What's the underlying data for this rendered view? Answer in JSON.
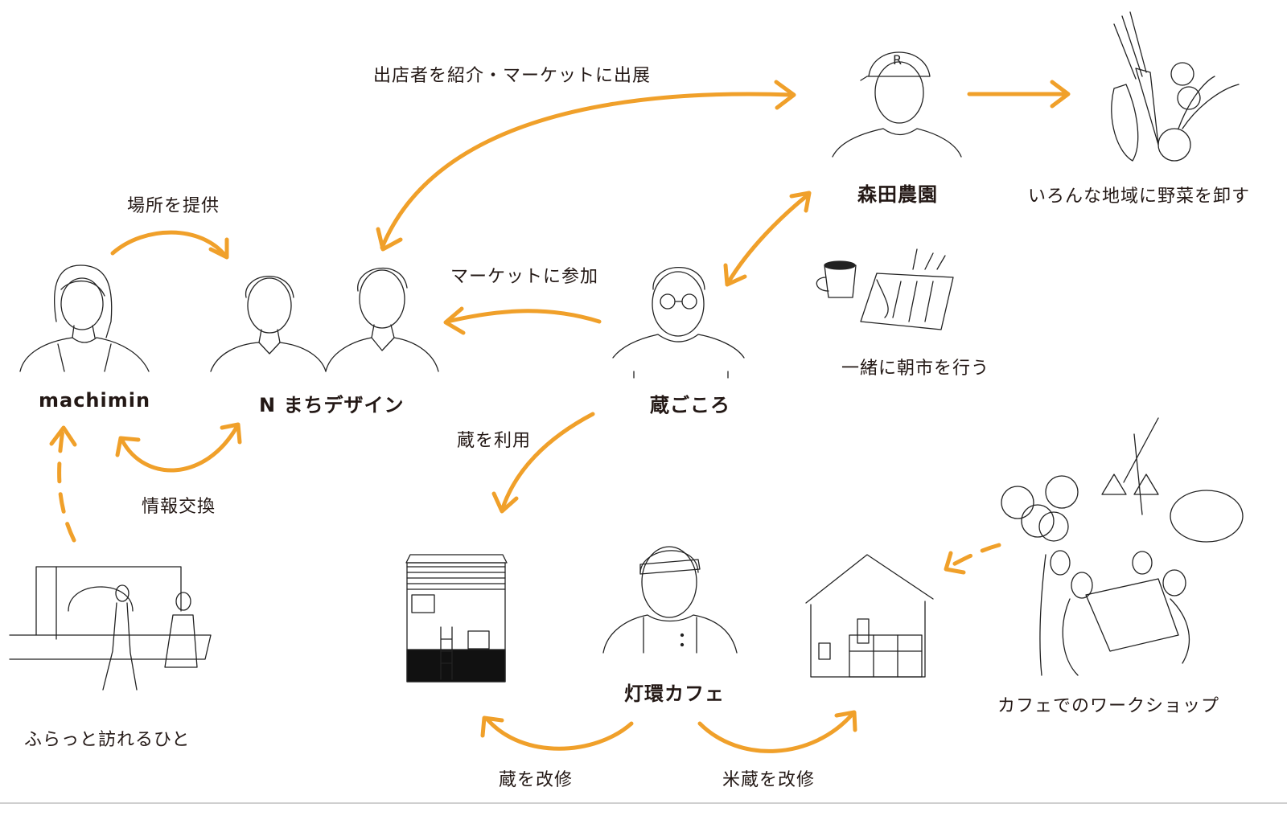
{
  "nodes": {
    "machimin": "machimin",
    "n_machi": "N まちデザイン",
    "kuragokoro": "蔵ごころ",
    "morita": "森田農園",
    "cafe": "灯環カフェ"
  },
  "captions": {
    "visitors": "ふらっと訪れるひと",
    "vegetables": "いろんな地域に野菜を卸す",
    "morning_market": "一緒に朝市を行う",
    "workshop": "カフェでのワークショップ"
  },
  "relations": {
    "provide_place": "場所を提供",
    "exchange_info": "情報交換",
    "introduce_market": "出店者を紹介・マーケットに出展",
    "join_market": "マーケットに参加",
    "use_kura": "蔵を利用",
    "renovate_kura": "蔵を改修",
    "renovate_rice_kura": "米蔵を改修"
  },
  "colors": {
    "arrow": "#f0a02a",
    "ink": "#231815",
    "line": "#222222"
  }
}
